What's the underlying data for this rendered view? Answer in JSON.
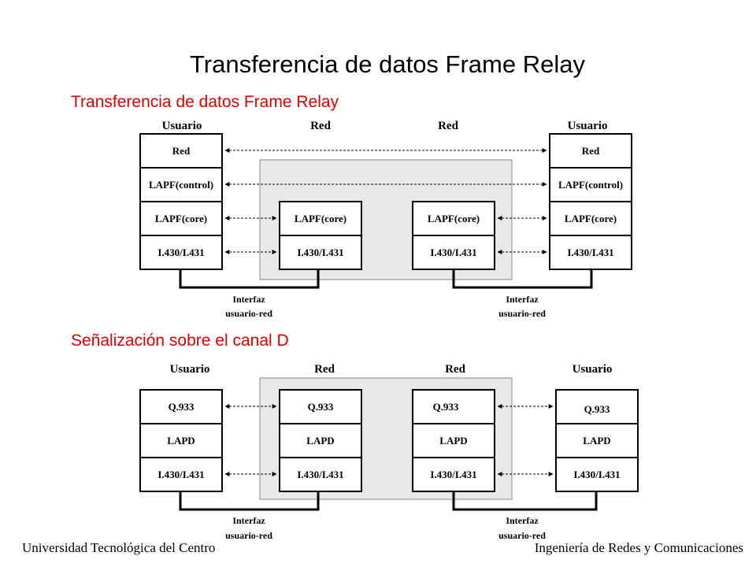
{
  "title": "Transferencia de datos Frame Relay",
  "section1": {
    "title": "Transferencia de datos Frame Relay",
    "headers": [
      "Usuario",
      "Red",
      "Red",
      "Usuario"
    ],
    "stacks": [
      [
        "Red",
        "LAPF(control)",
        "LAPF(core)",
        "I.430/I.431"
      ],
      [
        "LAPF(core)",
        "I.430/I.431"
      ],
      [
        "LAPF(core)",
        "I.430/I.431"
      ],
      [
        "Red",
        "LAPF(control)",
        "LAPF(core)",
        "I.430/I.431"
      ]
    ],
    "interfaces": [
      {
        "line1": "Interfaz",
        "line2": "usuario-red"
      },
      {
        "line1": "Interfaz",
        "line2": "usuario-red"
      }
    ]
  },
  "section2": {
    "title": "Señalización sobre el canal D",
    "headers": [
      "Usuario",
      "Red",
      "Red",
      "Usuario"
    ],
    "stacks": [
      [
        "Q.933",
        "LAPD",
        "I.430/I.431"
      ],
      [
        "Q.933",
        "LAPD",
        "I.430/I.431"
      ],
      [
        "Q.933",
        "LAPD",
        "I.430/I.431"
      ],
      [
        "Q.933",
        "LAPD",
        "I.430/I.431"
      ]
    ],
    "interfaces": [
      {
        "line1": "Interfaz",
        "line2": "usuario-red"
      },
      {
        "line1": "Interfaz",
        "line2": "usuario-red"
      }
    ]
  },
  "footer": {
    "left": "Universidad Tecnológica del Centro",
    "right": "Ingeniería de Redes y Comunicaciones"
  },
  "colors": {
    "section_title": "#e00000",
    "network_cloud": "#e8e8e8",
    "text": "#000000"
  }
}
